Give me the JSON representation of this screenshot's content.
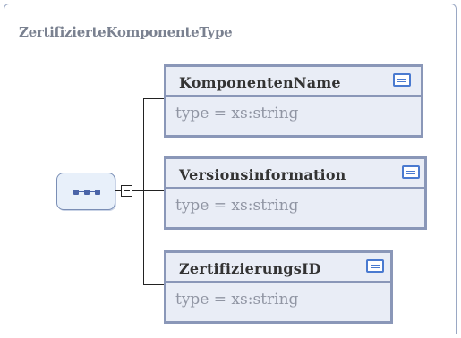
{
  "diagram": {
    "title": "ZertifizierteKomponenteType",
    "elements": [
      {
        "name": "KomponentenName",
        "type": "type = xs:string"
      },
      {
        "name": "Versionsinformation",
        "type": "type = xs:string"
      },
      {
        "name": "ZertifizierungsID",
        "type": "type = xs:string"
      }
    ]
  }
}
